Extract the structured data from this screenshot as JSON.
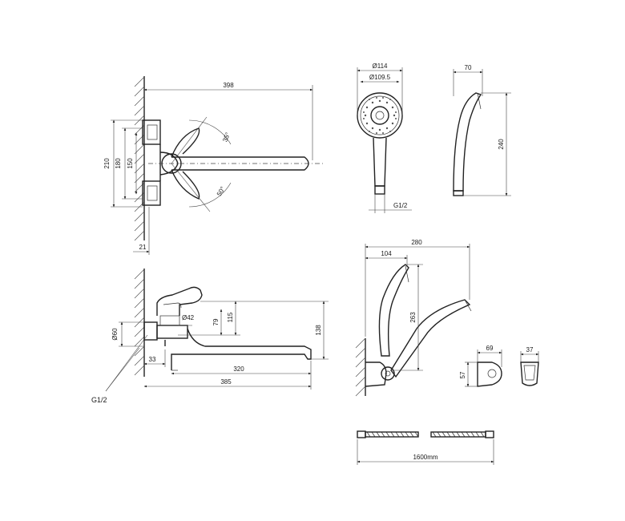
{
  "labels": {
    "top_length": "398",
    "angle_up": "35°",
    "angle_down": "50°",
    "h210": "210",
    "h180": "180",
    "h150": "150",
    "d21": "21",
    "d114": "Ø114",
    "d109": "Ø109.5",
    "g12_head": "G1/2",
    "w70": "70",
    "h240": "240",
    "d42": "Ø42",
    "d60": "Ø60",
    "h79": "79",
    "h115": "115",
    "h138": "138",
    "d33": "33",
    "l320": "320",
    "l385": "385",
    "g12_pipe": "G1/2",
    "w280": "280",
    "w104": "104",
    "h263": "263",
    "w69": "69",
    "w37": "37",
    "h57": "57",
    "hose_len": "1600mm"
  }
}
